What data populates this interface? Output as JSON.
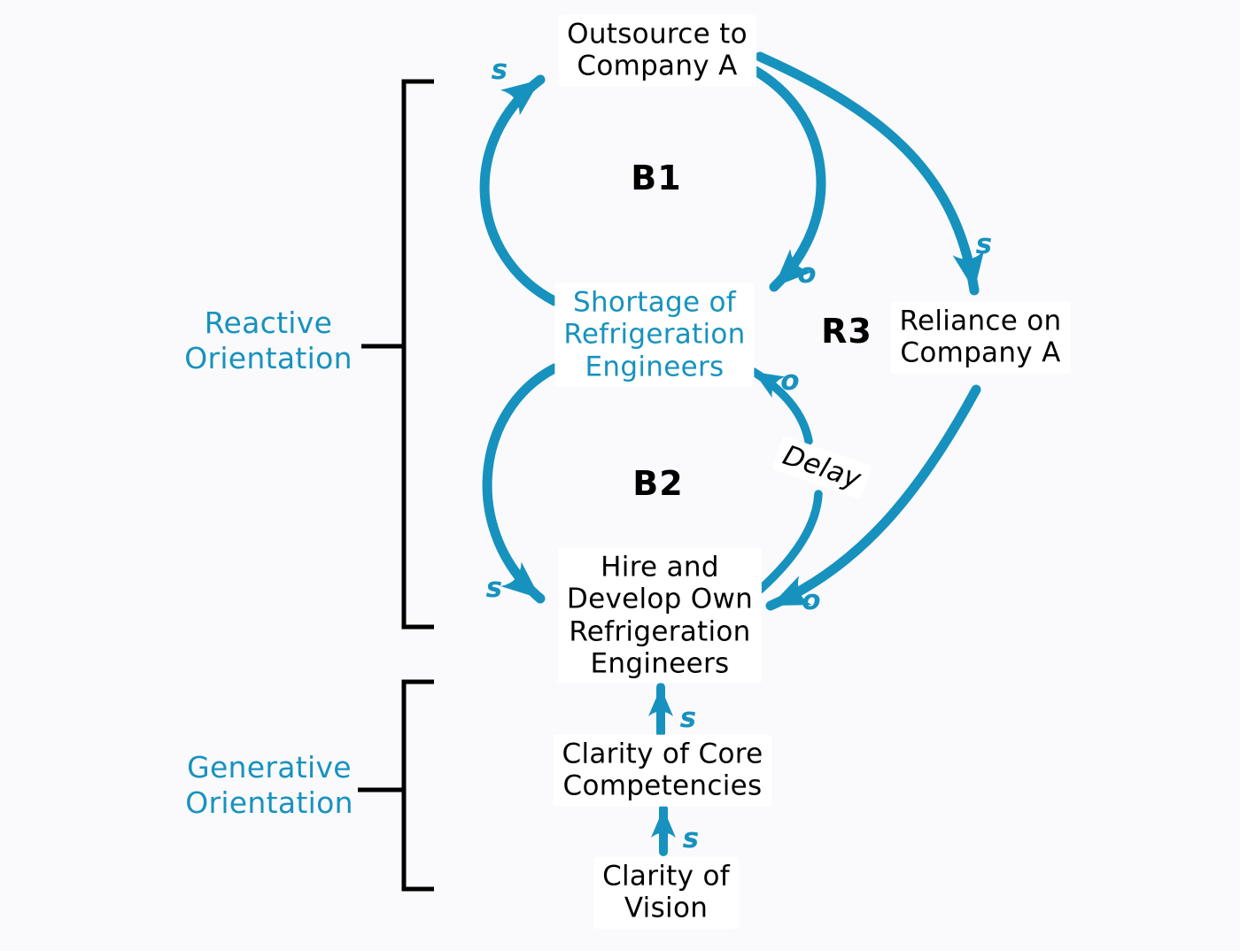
{
  "colors": {
    "accent": "#1792BE",
    "ink": "#000000",
    "background": "#FAFAFC"
  },
  "nodes": {
    "outsource": {
      "label": "Outsource to\nCompany A"
    },
    "shortage": {
      "label": "Shortage of\nRefrigeration\nEngineers"
    },
    "reliance": {
      "label": "Reliance on\nCompany A"
    },
    "hire": {
      "label": "Hire and\nDevelop Own\nRefrigeration\nEngineers"
    },
    "core": {
      "label": "Clarity of Core\nCompetencies"
    },
    "vision": {
      "label": "Clarity of\nVision"
    }
  },
  "loops": {
    "b1": {
      "label": "B1"
    },
    "r3": {
      "label": "R3"
    },
    "b2": {
      "label": "B2"
    }
  },
  "orientations": {
    "reactive": {
      "label": "Reactive\nOrientation"
    },
    "generative": {
      "label": "Generative\nOrientation"
    }
  },
  "links": {
    "shortage_to_outsource": {
      "polarity": "s"
    },
    "outsource_to_shortage": {
      "polarity": "o"
    },
    "outsource_to_reliance": {
      "polarity": "s"
    },
    "reliance_to_hire": {
      "polarity": "o"
    },
    "shortage_to_hire": {
      "polarity": "s"
    },
    "hire_to_shortage": {
      "polarity": "o",
      "annotation": "Delay"
    },
    "core_to_hire": {
      "polarity": "s"
    },
    "vision_to_core": {
      "polarity": "s"
    }
  }
}
